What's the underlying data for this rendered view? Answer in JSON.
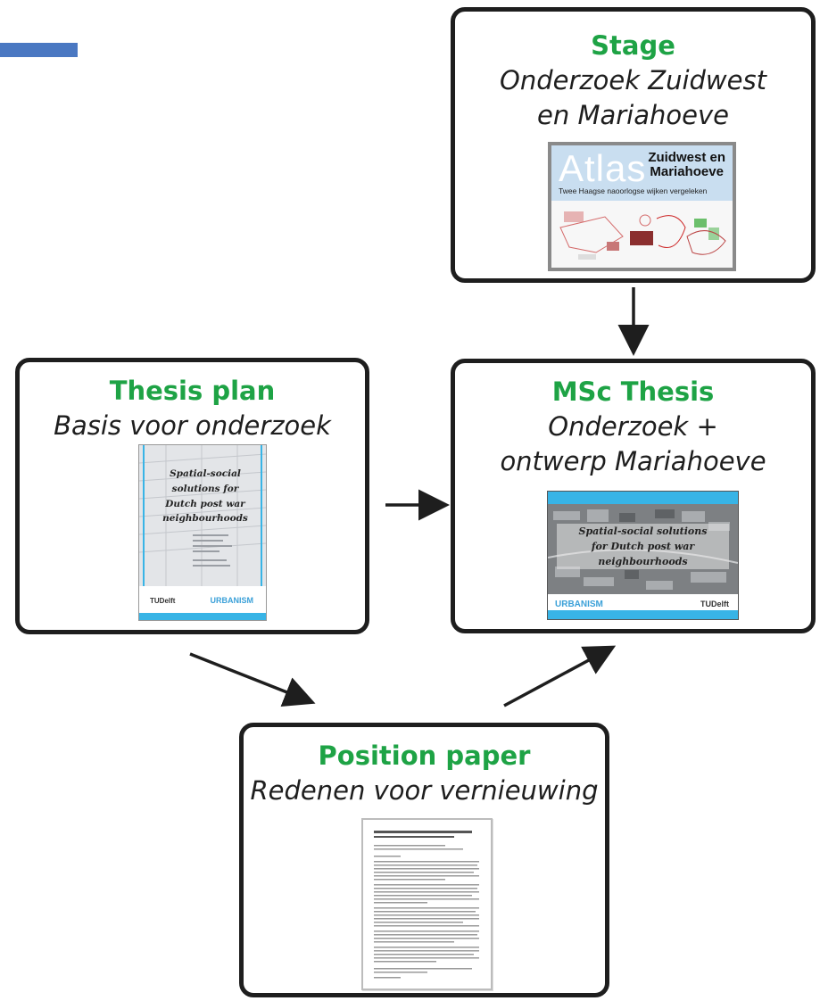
{
  "accent_color": "#4a78c2",
  "title_color": "#1ea345",
  "boxes": {
    "stage": {
      "title": "Stage",
      "subtitle_line1": "Onderzoek Zuidwest",
      "subtitle_line2": "en Mariahoeve"
    },
    "thesis_plan": {
      "title": "Thesis plan",
      "subtitle_line1": "Basis voor onderzoek"
    },
    "msc_thesis": {
      "title": "MSc Thesis",
      "subtitle_line1": "Onderzoek +",
      "subtitle_line2": "ontwerp Mariahoeve"
    },
    "position_paper": {
      "title": "Position paper",
      "subtitle_line1": "Redenen voor vernieuwing"
    }
  },
  "thumbnails": {
    "atlas": {
      "big": "Atlas",
      "name_line1": "Zuidwest en",
      "name_line2": "Mariahoeve",
      "subtitle": "Twee Haagse naoorlogse wijken vergeleken"
    },
    "plan": {
      "title_line1": "Spatial-social",
      "title_line2": "solutions for",
      "title_line3": "Dutch post war",
      "title_line4": "neighbourhoods",
      "logo_left": "TUDelft",
      "logo_right": "URBANISM"
    },
    "msc": {
      "title_line1": "Spatial-social solutions",
      "title_line2": "for Dutch post war",
      "title_line3": "neighbourhoods",
      "logo_left": "URBANISM",
      "logo_right": "TUDelft"
    }
  }
}
